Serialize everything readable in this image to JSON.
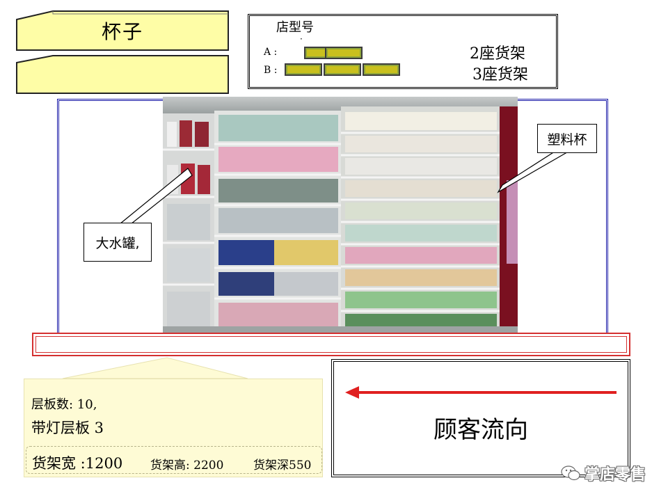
{
  "category": {
    "title": "杯子",
    "subtitle": ""
  },
  "legend": {
    "title": "店型号",
    "dot": "·",
    "rows": [
      {
        "label": "A :",
        "segments": 2,
        "text": "2座货架"
      },
      {
        "label": "B :",
        "segments": 3,
        "text": "3座货架"
      }
    ]
  },
  "callouts": {
    "left": "大水罐,",
    "right": "塑料杯"
  },
  "specs": {
    "shelves": "层板数: 10,",
    "lit_shelves": "带灯层板 3",
    "width": "货架宽 :1200",
    "height": "货架高: 2200",
    "depth": "货架深550"
  },
  "flow": {
    "label": "顾客流向",
    "direction": "left"
  },
  "watermark": {
    "text": "掌店零售",
    "icon": "wechat-icon"
  },
  "colors": {
    "tab_yellow": "#fefda6",
    "shelf_segment": "#c9c01e",
    "frame_blue": "#1a1aa8",
    "bar_red": "#d43030",
    "arrow_red": "#e02020",
    "spec_bg": "#fefbd5"
  }
}
